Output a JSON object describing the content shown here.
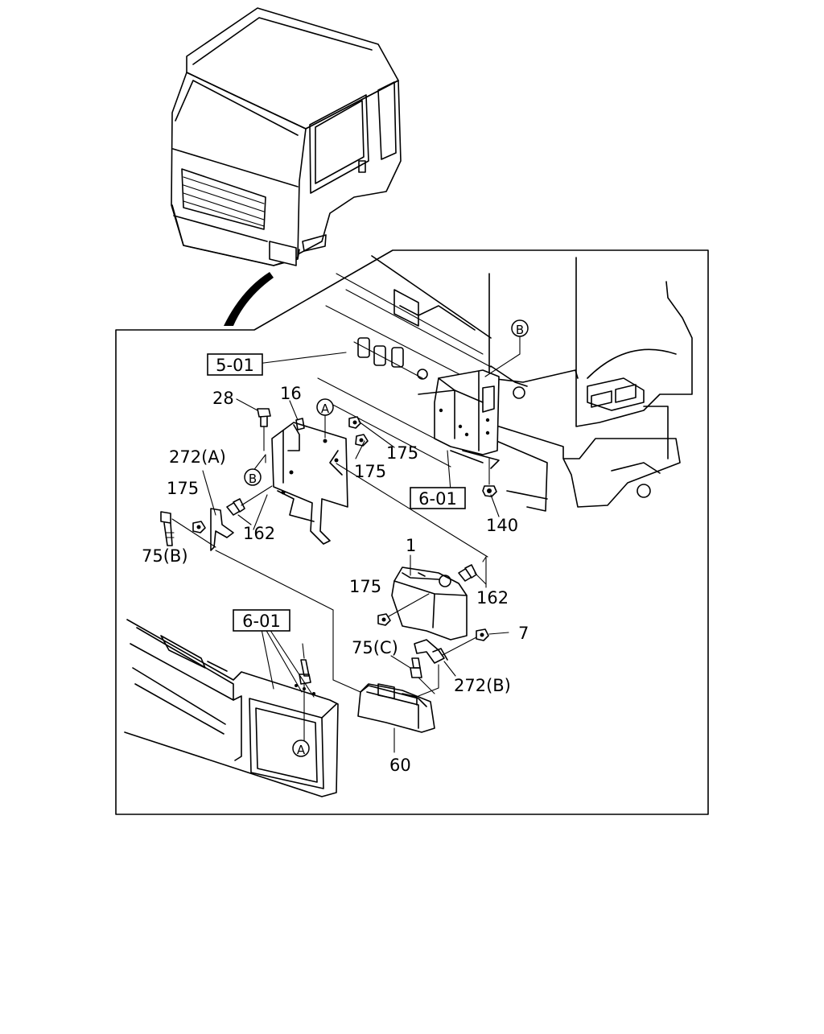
{
  "reference_boxes": {
    "ref_5_01": "5-01",
    "ref_6_01_frame": "6-01",
    "ref_6_01_bumper": "6-01"
  },
  "circled_markers": {
    "marker_a_bracket": "A",
    "marker_a_bumper": "A",
    "marker_b_frame": "B",
    "marker_b_bracket": "B"
  },
  "part_callouts": {
    "p28": "28",
    "p16": "16",
    "p175_a": "175",
    "p175_b": "175",
    "p175_c": "175",
    "p175_d": "175",
    "p272a": "272(A)",
    "p162_a": "162",
    "p162_b": "162",
    "p75b": "75(B)",
    "p140": "140",
    "p1": "1",
    "p7": "7",
    "p75c": "75(C)",
    "p272b": "272(B)",
    "p60": "60"
  }
}
